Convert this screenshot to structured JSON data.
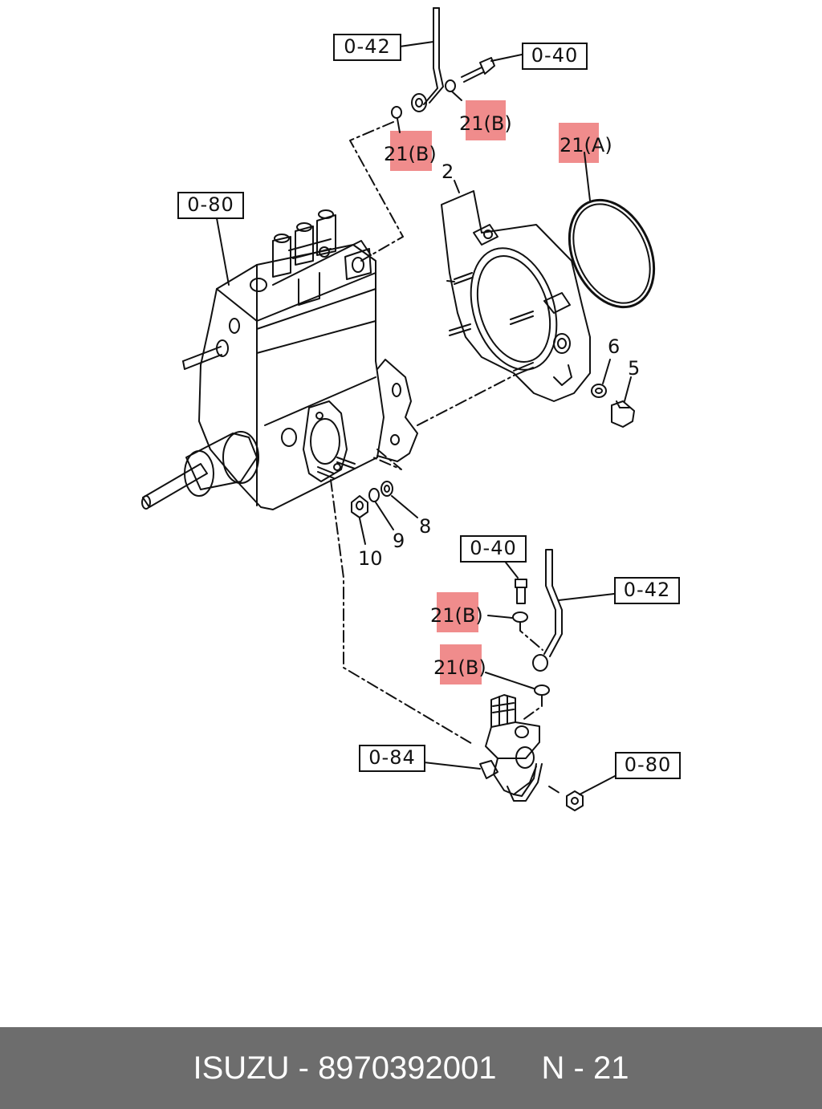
{
  "refs": {
    "r042_top": "0-42",
    "r040_top": "0-40",
    "r080_left": "0-80",
    "r040_mid": "0-40",
    "r042_mid": "0-42",
    "r084": "0-84",
    "r080_bottom": "0-80"
  },
  "callouts": {
    "c21b_top_right": "21(B)",
    "c21b_top_left": "21(B)",
    "c21a": "21(A)",
    "c21b_mid1": "21(B)",
    "c21b_mid2": "21(B)"
  },
  "part_numbers": {
    "p2": "2",
    "p5": "5",
    "p6": "6",
    "p8": "8",
    "p9": "9",
    "p10": "10"
  },
  "footer": {
    "brand_part": "ISUZU - 8970392001",
    "page": "N - 21"
  },
  "colors": {
    "highlight": "#f08c8c",
    "footer_bg": "#6d6d6d"
  }
}
